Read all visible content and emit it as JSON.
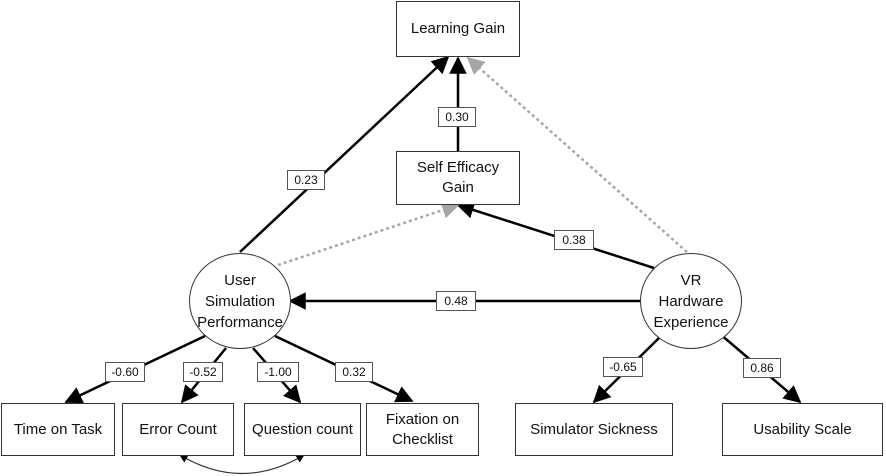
{
  "nodes": {
    "learning_gain": "Learning Gain",
    "self_efficacy_gain": [
      "Self Efficacy",
      "Gain"
    ],
    "user_sim_perf": [
      "User",
      "Simulation",
      "Performance"
    ],
    "vr_hw_exp": [
      "VR",
      "Hardware",
      "Experience"
    ],
    "time_on_task": "Time on Task",
    "error_count": "Error Count",
    "question_count": "Question count",
    "fixation_checklist": [
      "Fixation on",
      "Checklist"
    ],
    "simulator_sickness": "Simulator Sickness",
    "usability_scale": "Usability Scale"
  },
  "paths": {
    "usp_to_learning": "0.23",
    "self_eff_to_learning": "0.30",
    "vr_to_self_eff": "0.38",
    "vr_to_usp": "0.48",
    "usp_to_time": "-0.60",
    "usp_to_error": "-0.52",
    "usp_to_question": "-1.00",
    "usp_to_fixation": "0.32",
    "vr_to_sickness": "-0.65",
    "vr_to_usability": "0.86"
  },
  "colors": {
    "significant_path": "#000000",
    "nonsignificant_path": "#a6a6a6"
  }
}
